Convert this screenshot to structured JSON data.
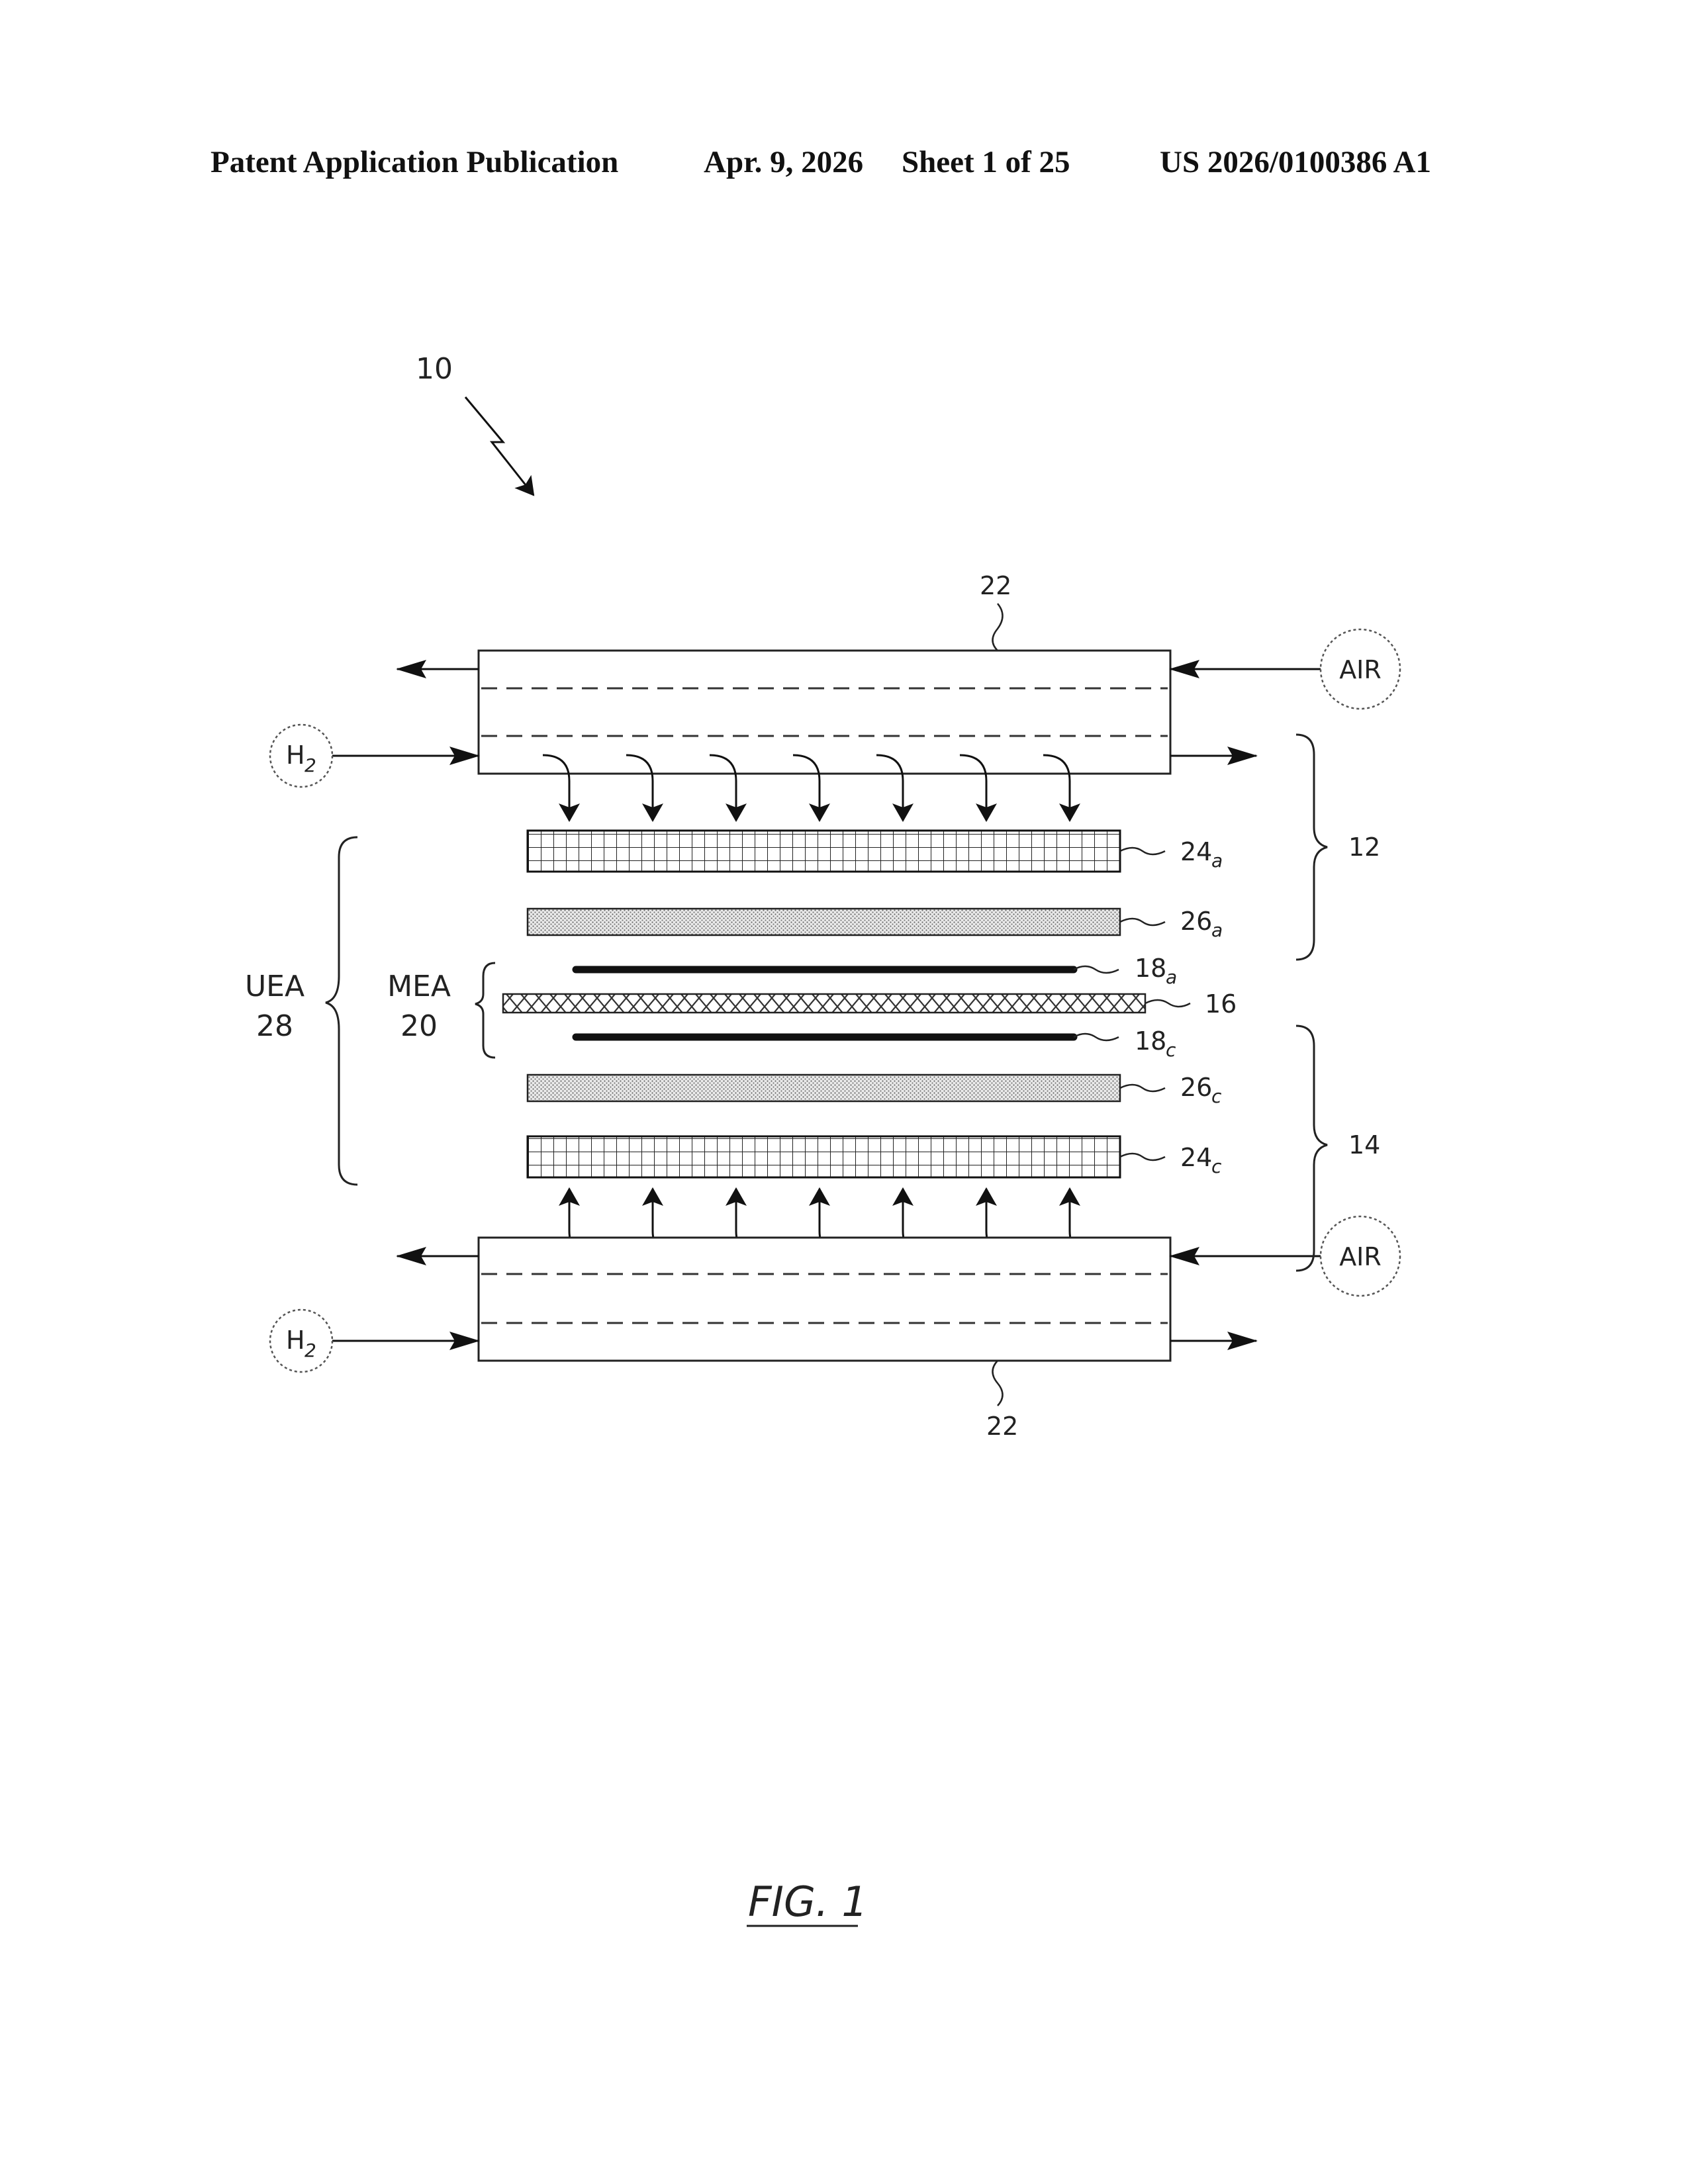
{
  "header": {
    "publication": "Patent Application Publication",
    "date": "Apr. 9, 2026",
    "sheet": "Sheet 1 of 25",
    "number": "US 2026/0100386 A1"
  },
  "figure": {
    "caption": "FIG. 1",
    "ref_device": "10",
    "ref_plate_top": "22",
    "ref_plate_bottom": "22",
    "ref_anode_side": "12",
    "ref_cathode_side": "14",
    "ref_mesh_anode": "24",
    "ref_mesh_anode_sub": "a",
    "ref_gdl_anode": "26",
    "ref_gdl_anode_sub": "a",
    "ref_catalyst_anode": "18",
    "ref_catalyst_anode_sub": "a",
    "ref_membrane": "16",
    "ref_catalyst_cathode": "18",
    "ref_catalyst_cathode_sub": "c",
    "ref_gdl_cathode": "26",
    "ref_gdl_cathode_sub": "c",
    "ref_mesh_cathode": "24",
    "ref_mesh_cathode_sub": "c",
    "uea_label": "UEA",
    "uea_ref": "28",
    "mea_label": "MEA",
    "mea_ref": "20",
    "air_top": "AIR",
    "air_bottom": "AIR",
    "h2_top": "H",
    "h2_top_sub": "2",
    "h2_bottom": "H",
    "h2_bottom_sub": "2"
  }
}
